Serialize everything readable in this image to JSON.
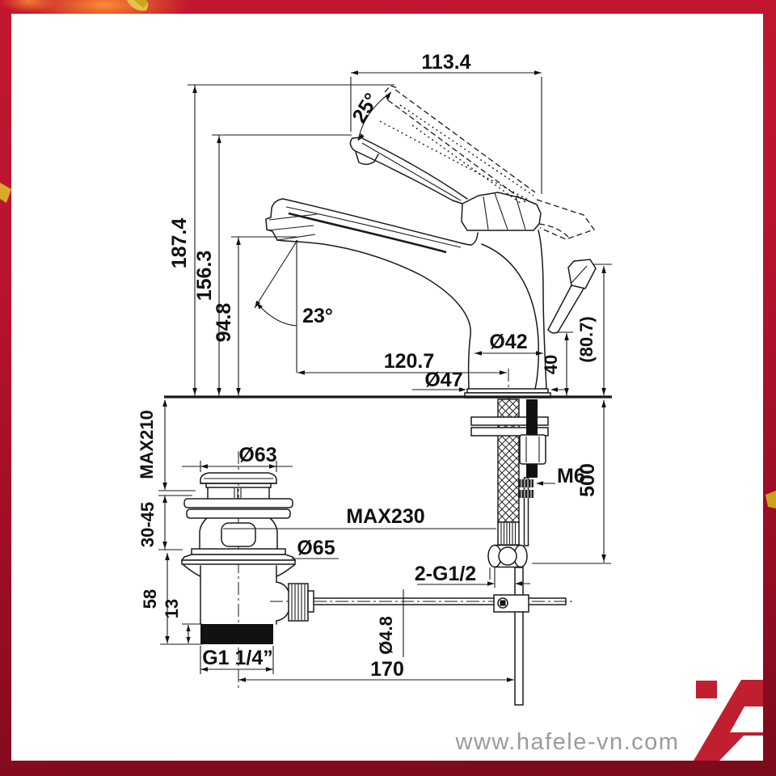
{
  "drawing": {
    "labels": {
      "width_top": "113.4",
      "angle_handle": "25°",
      "h_total": "187.4",
      "h_to_handle": "156.3",
      "h_to_outlet": "94.8",
      "angle_spout": "23°",
      "reach": "120.7",
      "dia_body": "Ø42",
      "dia_base": "Ø47",
      "lever_drop": "40",
      "lever_height": "(80.7)",
      "max_counter": "MAX210",
      "dia_cap": "Ø63",
      "counter_thickness": "30-45",
      "max_rod_reach": "MAX230",
      "dia_flange": "Ø65",
      "screw_size": "M6",
      "hose_length": "500",
      "supply_thread": "2-G1/2",
      "drain_height": "58",
      "thread_length": "13",
      "drain_thread": "G1 1/4”",
      "dia_rod": "Ø4.8",
      "rod_offset": "170"
    }
  },
  "footer": {
    "website": "www.hafele-vn.com"
  },
  "colors": {
    "frame_top": "#c2172f",
    "frame_bottom": "#7c0a1c",
    "logo_red": "#c01f30",
    "line": "#1a1a1a",
    "website_gray": "#9b9b9b",
    "confetti_gold": "#d9a92c"
  }
}
